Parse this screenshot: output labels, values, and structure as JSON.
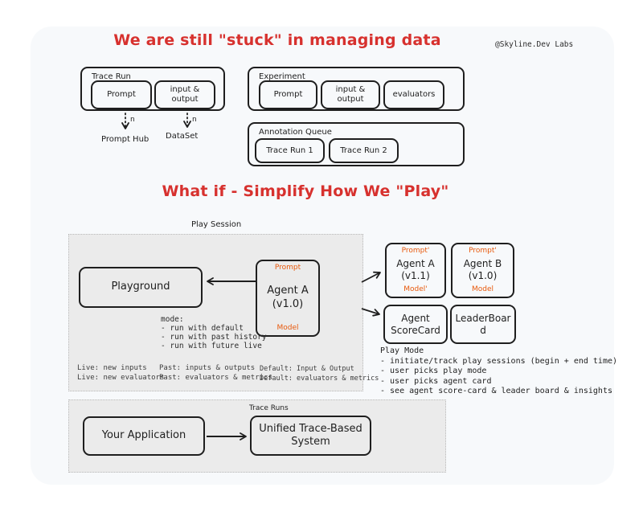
{
  "watermark": "@Skyline.Dev Labs",
  "colors": {
    "title_red": "#d7312e",
    "accent_orange": "#e8590c",
    "ink": "#1e1e1e",
    "gray_fill": "#ebebeb",
    "panel": "#f7f9fb"
  },
  "section_stuck": {
    "title": "We are still \"stuck\" in managing data",
    "trace_run": {
      "label": "Trace Run",
      "prompt": "Prompt",
      "io": "input & output",
      "arrow1_label": "n",
      "arrow2_label": "n",
      "prompt_hub": "Prompt Hub",
      "dataset": "DataSet"
    },
    "experiment": {
      "label": "Experiment",
      "prompt": "Prompt",
      "io": "input & output",
      "evaluators": "evaluators"
    },
    "annotation_queue": {
      "label": "Annotation Queue",
      "run1": "Trace Run 1",
      "run2": "Trace Run 2"
    }
  },
  "section_play": {
    "title": "What if - Simplify How We \"Play\"",
    "play_session_label": "Play Session",
    "playground": "Playground",
    "agent_a": {
      "top": "Prompt",
      "name": "Agent A",
      "version": "(v1.0)",
      "bottom": "Model"
    },
    "mode_lines": [
      "mode:",
      "- run with default",
      "- run with past history",
      "- run with future live"
    ],
    "foot_col1": [
      "Live: new inputs",
      "Live: new evaluators"
    ],
    "foot_col2": [
      "Past: inputs & outputs",
      "Past: evaluators & metrics"
    ],
    "foot_col3": [
      "Default: Input & Output",
      "Default: evaluators & metrics"
    ],
    "card_a": {
      "top": "Prompt'",
      "name": "Agent A",
      "version": "(v1.1)",
      "bottom": "Model'"
    },
    "card_b": {
      "top": "Prompt'",
      "name": "Agent B",
      "version": "(v1.0)",
      "bottom": "Model"
    },
    "score_card": "Agent ScoreCard",
    "leaderboard": "LeaderBoard",
    "play_mode": {
      "title": "Play Mode",
      "lines": [
        "- initiate/track play sessions (begin + end time)",
        "- user picks play mode",
        "- user picks agent card",
        "- see agent score-card & leader board & insights"
      ]
    }
  },
  "section_trace": {
    "your_app": "Your Application",
    "trace_runs_label": "Trace Runs",
    "unified": "Unified Trace-Based System"
  }
}
